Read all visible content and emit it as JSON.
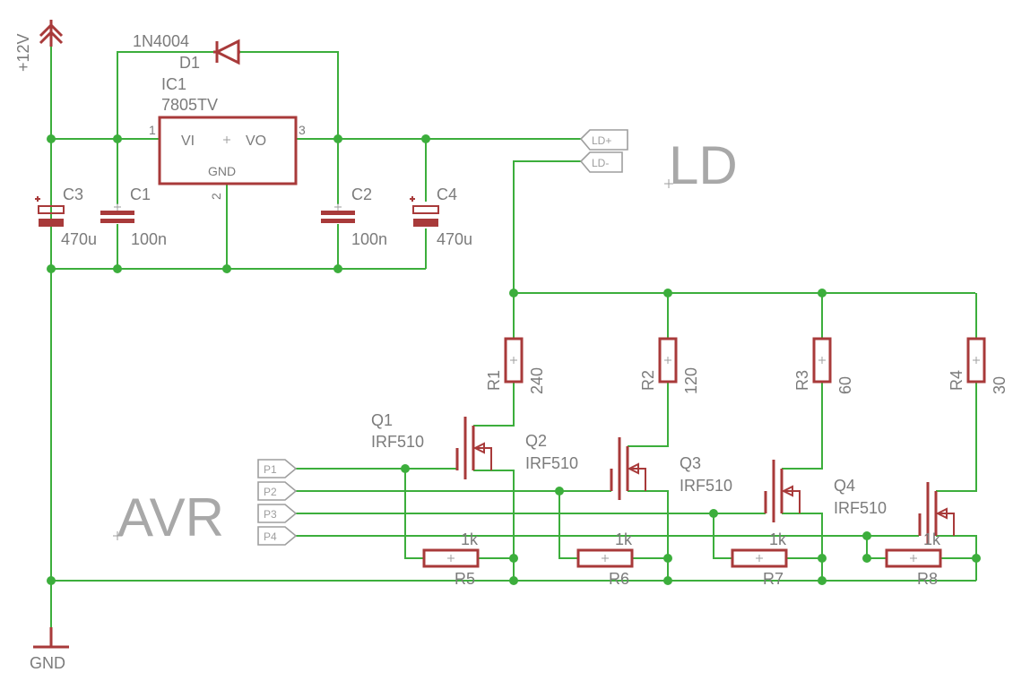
{
  "power": {
    "vcc_label": "+12V",
    "gnd_label": "GND"
  },
  "regulator": {
    "name": "IC1",
    "value": "7805TV",
    "pin_vi": "VI",
    "pin_vo": "VO",
    "pin_gnd": "GND",
    "pin1": "1",
    "pin2": "2",
    "pin3": "3"
  },
  "diode": {
    "name": "D1",
    "value": "1N4004"
  },
  "capacitors": [
    {
      "name": "C3",
      "value": "470u"
    },
    {
      "name": "C1",
      "value": "100n"
    },
    {
      "name": "C2",
      "value": "100n"
    },
    {
      "name": "C4",
      "value": "470u"
    }
  ],
  "connector_ld": {
    "title": "LD",
    "pins": [
      "LD+",
      "LD-"
    ]
  },
  "connector_avr": {
    "title": "AVR",
    "pins": [
      "P1",
      "P2",
      "P3",
      "P4"
    ]
  },
  "resistors_drain": [
    {
      "name": "R1",
      "value": "240"
    },
    {
      "name": "R2",
      "value": "120"
    },
    {
      "name": "R3",
      "value": "60"
    },
    {
      "name": "R4",
      "value": "30"
    }
  ],
  "resistors_gate": [
    {
      "name": "R5",
      "value": "1k"
    },
    {
      "name": "R6",
      "value": "1k"
    },
    {
      "name": "R7",
      "value": "1k"
    },
    {
      "name": "R8",
      "value": "1k"
    }
  ],
  "transistors": [
    {
      "name": "Q1",
      "value": "IRF510"
    },
    {
      "name": "Q2",
      "value": "IRF510"
    },
    {
      "name": "Q3",
      "value": "IRF510"
    },
    {
      "name": "Q4",
      "value": "IRF510"
    }
  ],
  "colors": {
    "wire": "#3cae3c",
    "component": "#a83a3a",
    "label": "#7b7b7b",
    "port": "#9e9e9e"
  }
}
